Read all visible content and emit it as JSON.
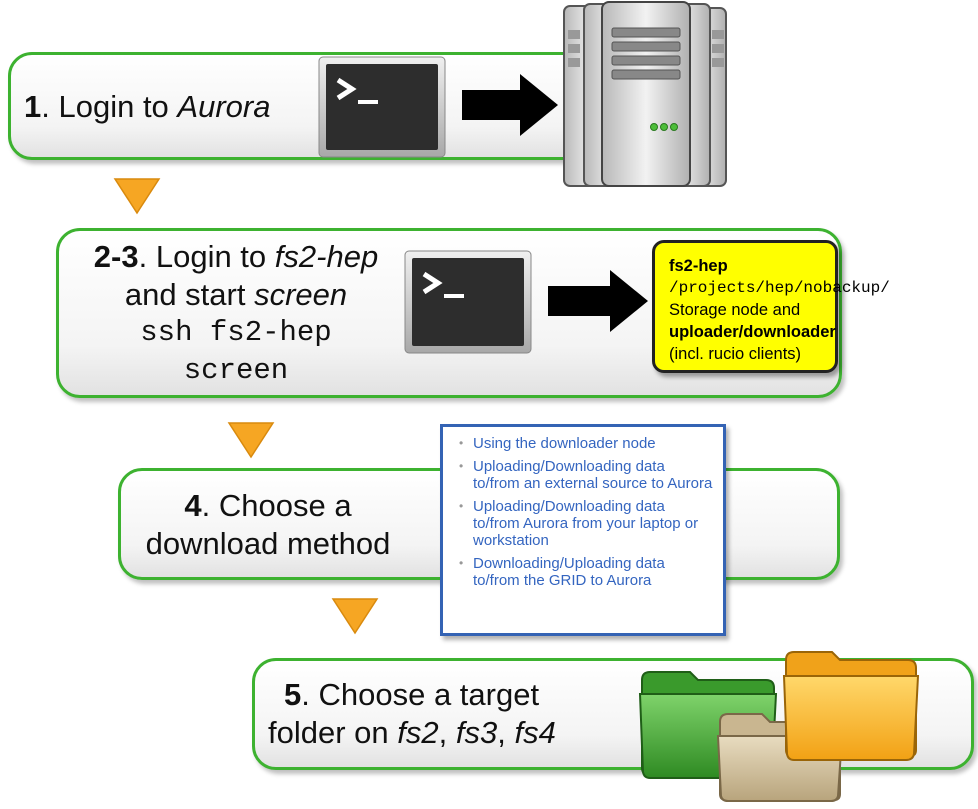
{
  "steps": [
    {
      "num": "1",
      "sep": ". ",
      "text": "Login to ",
      "emph": "Aurora"
    },
    {
      "num": "2-3",
      "sep": ". ",
      "line1": "Login to ",
      "emph1": "fs2-hep",
      "line2": "and start ",
      "emph2": "screen",
      "cmd1": "ssh fs2-hep",
      "cmd2": "screen"
    },
    {
      "num": "4",
      "sep": ". ",
      "line1": "Choose a",
      "line2": "download method"
    },
    {
      "num": "5",
      "sep": ". ",
      "line1": "Choose a target",
      "line2": "folder on ",
      "f1": "fs2",
      "c1": ", ",
      "f2": "fs3",
      "c2": ", ",
      "f3": "fs4"
    }
  ],
  "callout": {
    "title": "fs2-hep",
    "path": "/projects/hep/nobackup/",
    "desc": "Storage node and",
    "role": "uploader/downloader",
    "note": "(incl. rucio clients)"
  },
  "doc_links": [
    "Using the downloader node",
    "Uploading/Downloading data to/from an external source to Aurora",
    "Uploading/Downloading data to/from Aurora from your laptop or workstation",
    "Downloading/Uploading data to/from the GRID to Aurora"
  ],
  "icons": {
    "terminal": "terminal-icon",
    "server": "server-rack-icon",
    "folders": "folder-stack-icon",
    "arrow": "right-arrow-icon",
    "step_marker": "down-triangle-icon"
  },
  "colors": {
    "step_border": "#3db230",
    "triangle": "#f6a623",
    "callout_fill": "#ffff00",
    "link": "#3465c0",
    "panel_border": "#3463b4"
  }
}
